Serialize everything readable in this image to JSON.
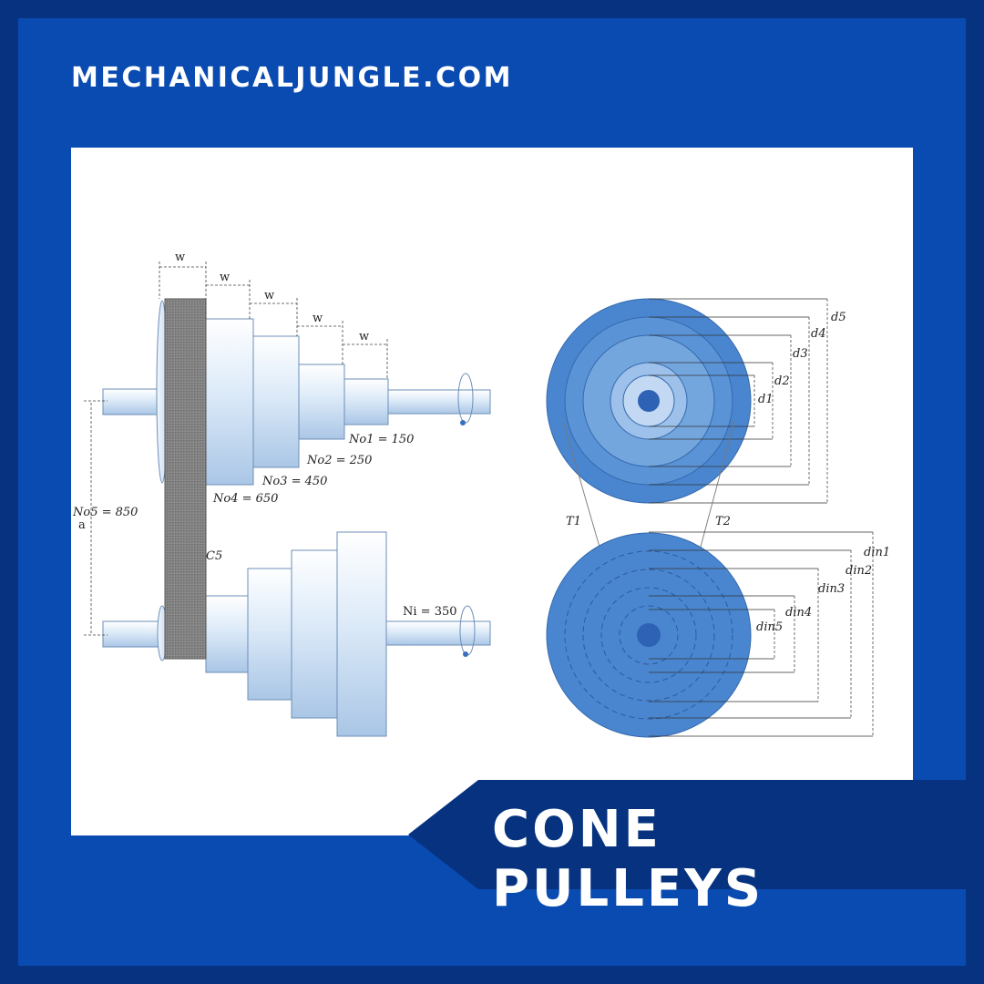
{
  "header": {
    "site": "MECHANICALJUNGLE.COM"
  },
  "banner": {
    "title": "CONE PULLEYS"
  },
  "colors": {
    "outer": "#06327f",
    "frame": "#0a4bb1",
    "banner": "#06327f",
    "pulley_face": "#4a86cf",
    "step_fill": "#dfeaf7"
  },
  "side_view": {
    "width_label": "w",
    "center_distance_label": "a",
    "belt_label": "C5",
    "driven_speeds": [
      {
        "label": "No1 = 150"
      },
      {
        "label": "No2 = 250"
      },
      {
        "label": "No3 = 450"
      },
      {
        "label": "No4 = 650"
      },
      {
        "label": "No5 = 850"
      }
    ],
    "input_speed": "Ni = 350"
  },
  "end_view": {
    "top_diameters": [
      "d1",
      "d2",
      "d3",
      "d4",
      "d5"
    ],
    "bottom_diameters": [
      "din5",
      "din4",
      "din3",
      "din2",
      "din1"
    ],
    "tension_labels": [
      "T1",
      "T2"
    ]
  }
}
